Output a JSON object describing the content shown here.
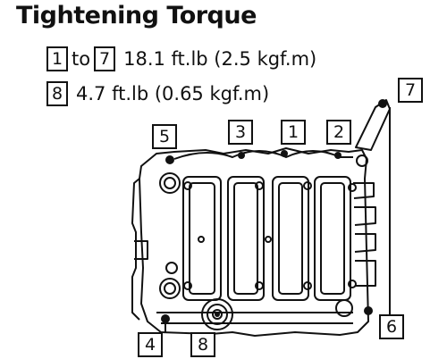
{
  "title": "Tightening Torque",
  "specs": [
    {
      "from": "1",
      "connector": "to",
      "to": "7",
      "value": "18.1 ft.lb (2.5 kgf.m)"
    },
    {
      "bolt": "8",
      "value": "4.7 ft.lb (0.65 kgf.m)"
    }
  ],
  "callouts": {
    "c1": "1",
    "c2": "2",
    "c3": "3",
    "c4": "4",
    "c5": "5",
    "c6": "6",
    "c7": "7",
    "c8": "8"
  },
  "colors": {
    "ink": "#111111",
    "background": "#ffffff"
  }
}
